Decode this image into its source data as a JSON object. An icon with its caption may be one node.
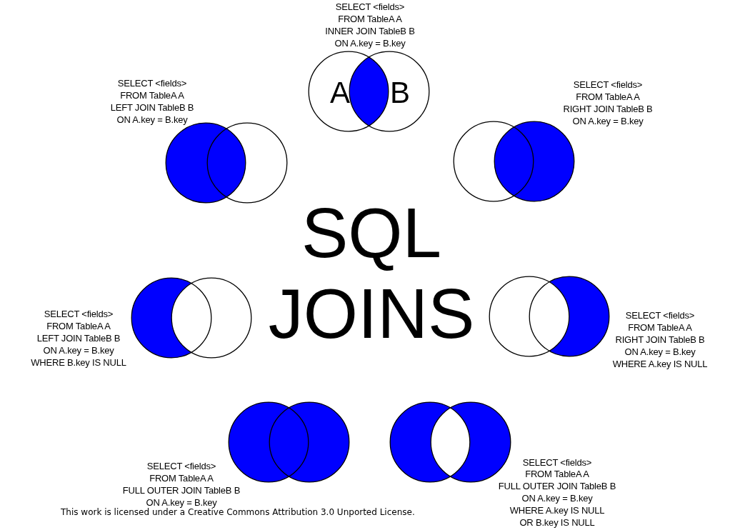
{
  "diagram": {
    "title": "SQL JOINS",
    "nodes": [
      {
        "text": [
          "A"
        ]
      },
      {
        "text": [
          "B"
        ]
      },
      {
        "text": [],
        "shape": "circle"
      },
      {
        "text": [],
        "shape": "circle"
      },
      {
        "text": [],
        "shape": "circle"
      },
      {
        "text": [],
        "shape": "circle"
      },
      {
        "text": [],
        "shape": "circle"
      },
      {
        "text": [],
        "shape": "circle"
      },
      {
        "text": [],
        "shape": "circle"
      },
      {
        "text": [],
        "shape": "circle"
      },
      {
        "text": [],
        "shape": "circle"
      },
      {
        "text": [],
        "shape": "circle"
      },
      {
        "text": [],
        "shape": "circle"
      },
      {
        "text": [],
        "shape": "circle"
      }
    ],
    "labels": [
      "SELECT <fields>",
      "FROM TableA A",
      "INNER JOIN TableB B",
      "ON A.key = B.key",
      "SELECT <fields>",
      "FROM TableA A",
      "LEFT JOIN TableB B",
      "ON A.key = B.key",
      "SELECT <fields>",
      "FROM TableA A",
      "RIGHT JOIN TableB B",
      "ON A.key = B.key",
      "SELECT <fields>",
      "FROM TableA A",
      "LEFT JOIN TableB B",
      "ON A.key = B.key",
      "WHERE B.key IS NULL",
      "SELECT <fields>",
      "FROM TableA A",
      "RIGHT JOIN TableB B",
      "ON A.key = B.key",
      "WHERE A.key IS NULL",
      "SELECT <fields>",
      "FROM TableA A",
      "FULL OUTER JOIN TableB B",
      "ON A.key = B.key",
      "SELECT <fields>",
      "FROM TableA A",
      "FULL OUTER JOIN TableB B",
      "ON A.key = B.key",
      "WHERE A.key IS NULL",
      "OR B.key IS NULL",
      "This work is licensed under a Creative Commons Attribution 3.0 Unported License."
    ]
  }
}
